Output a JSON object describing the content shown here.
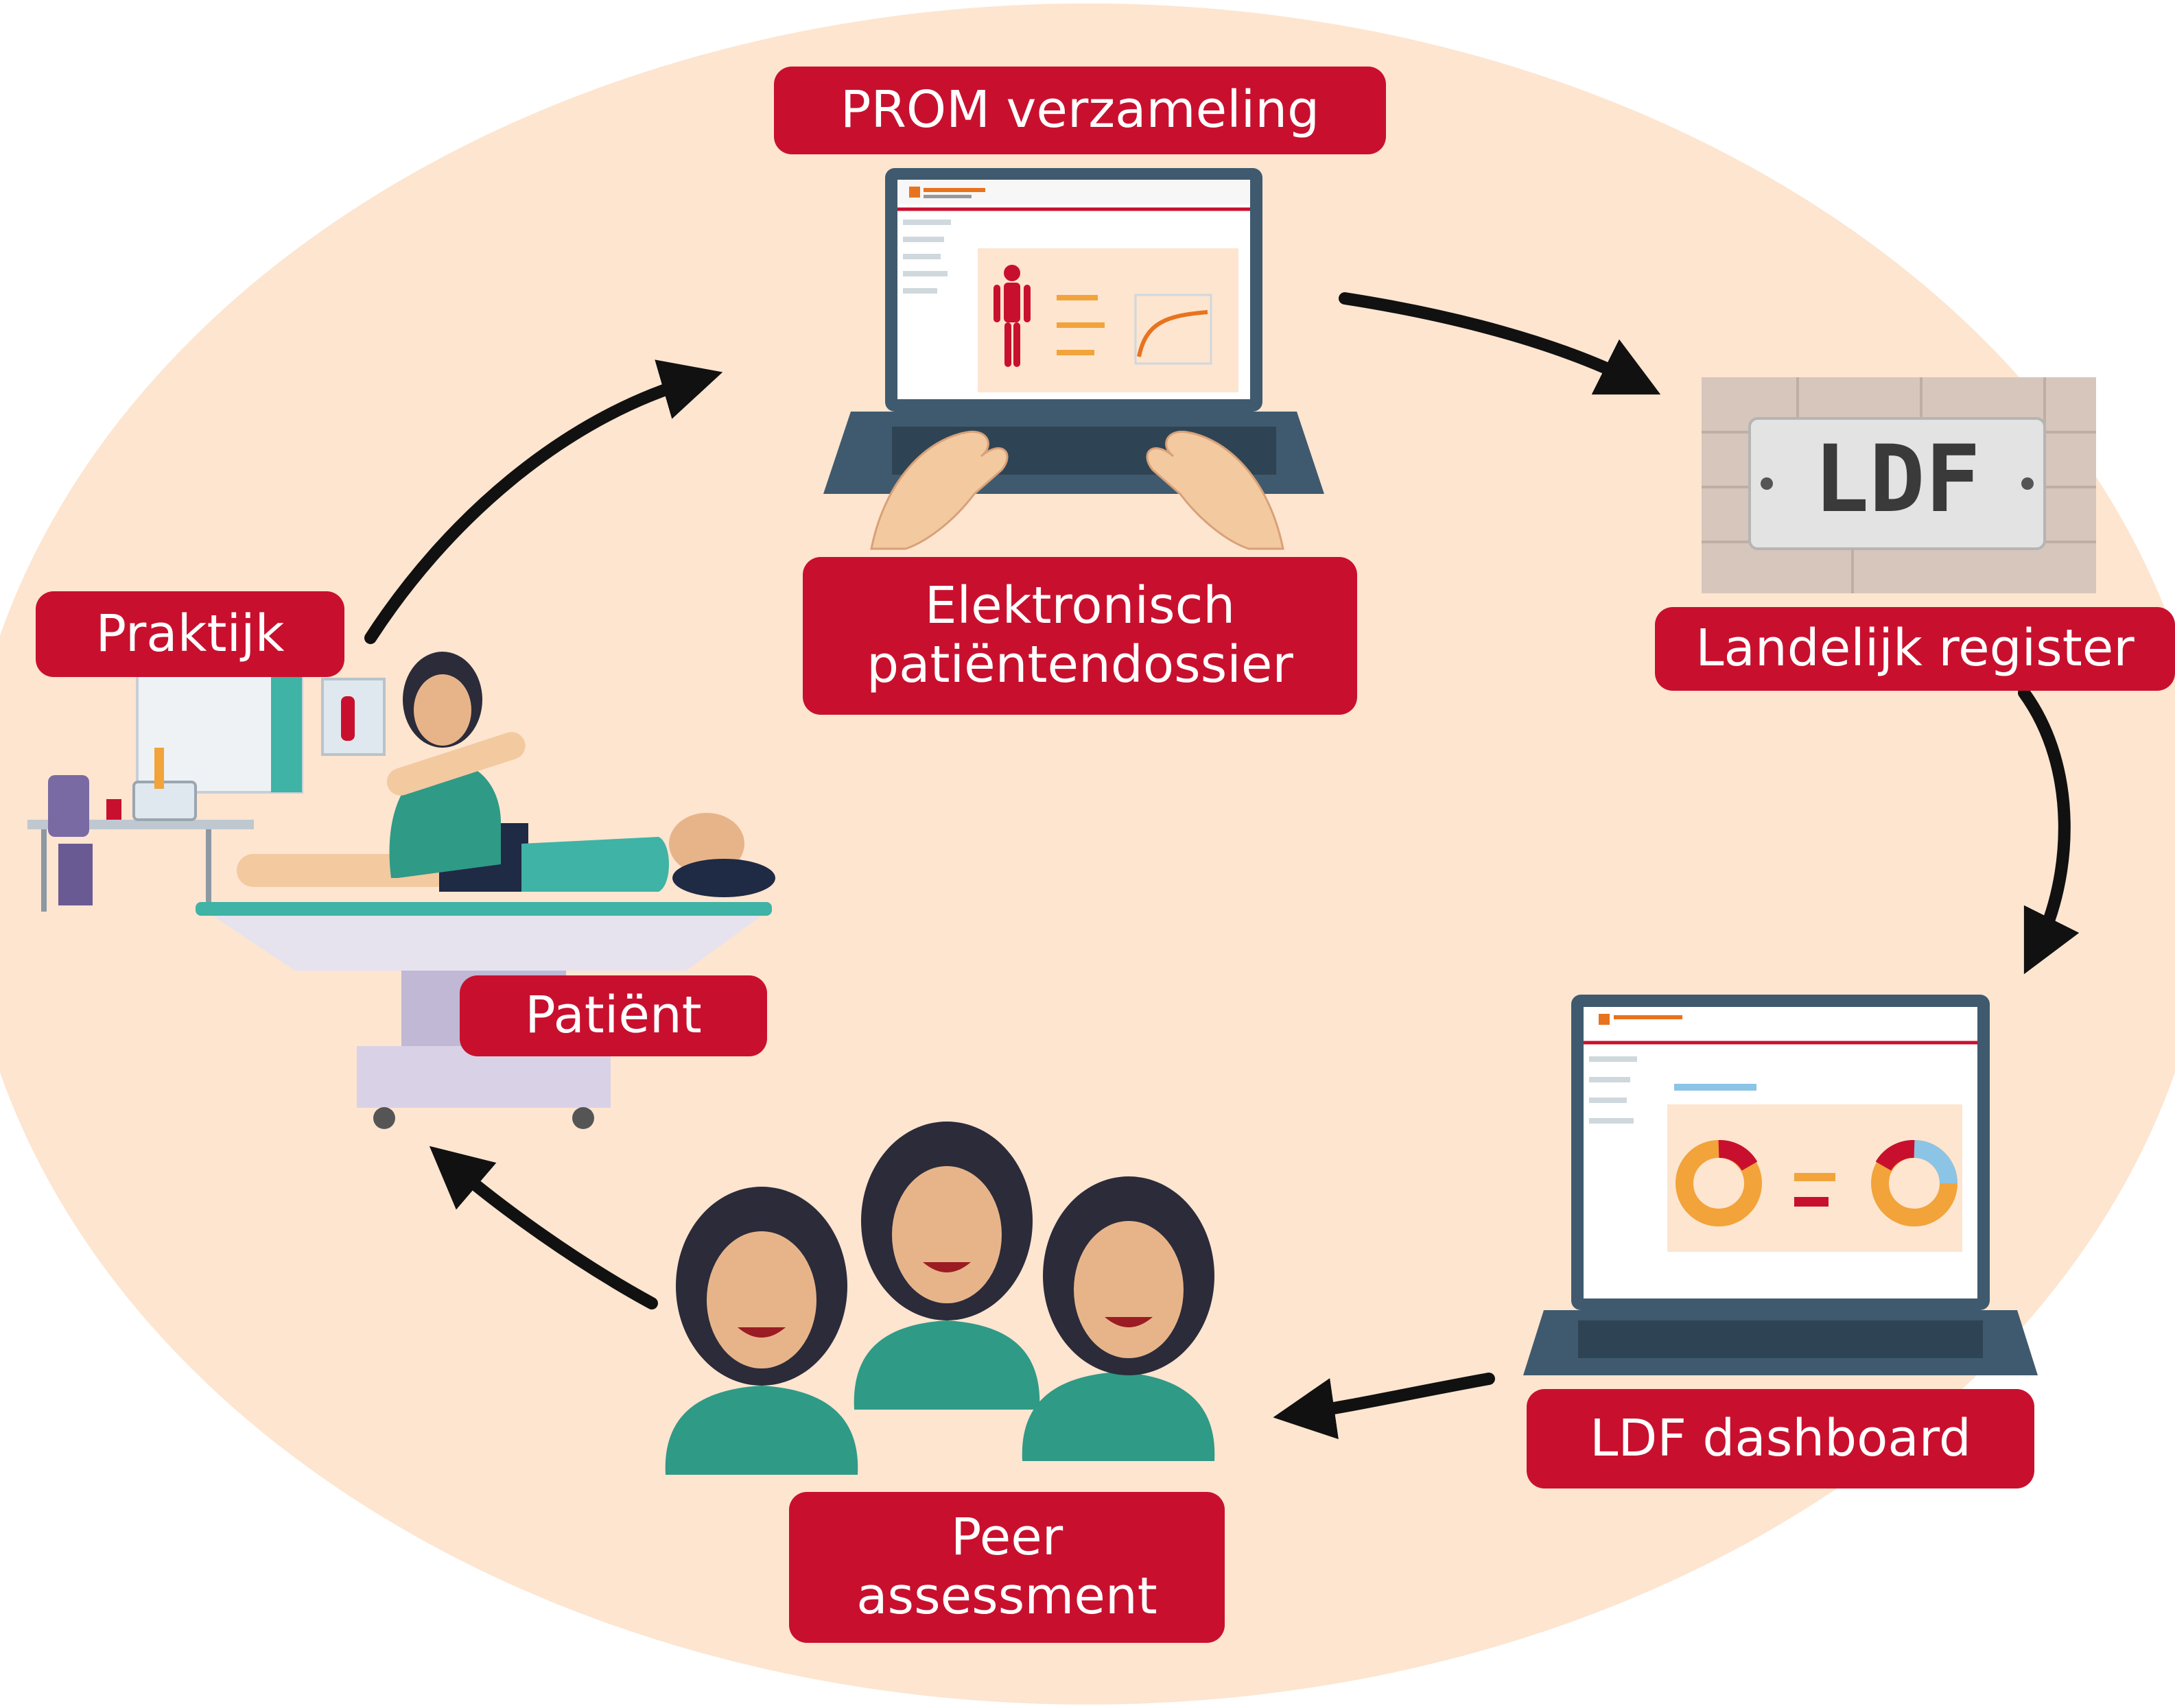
{
  "nodes": {
    "prom_collection": {
      "label": "PROM verzameling"
    },
    "ehr": {
      "line1": "Elektronisch",
      "line2": "patiëntendossier"
    },
    "ldf_logo": {
      "text": "LDF"
    },
    "national_registry": {
      "label": "Landelijk register"
    },
    "ldf_dashboard": {
      "label": "LDF dashboard"
    },
    "peer_assessment": {
      "line1": "Peer",
      "line2": "assessment"
    },
    "practice": {
      "label": "Praktijk"
    },
    "patient": {
      "label": "Patiënt"
    }
  },
  "flow": [
    "Praktijk",
    "PROM verzameling",
    "Landelijk register",
    "LDF dashboard",
    "Peer assessment",
    "Patiënt"
  ],
  "colors": {
    "background": "#fde5d0",
    "label_fill": "#c8102e",
    "label_text": "#ffffff",
    "arrow": "#111111",
    "scrubs": "#2f9a86",
    "laptop": "#3f5a6e"
  }
}
